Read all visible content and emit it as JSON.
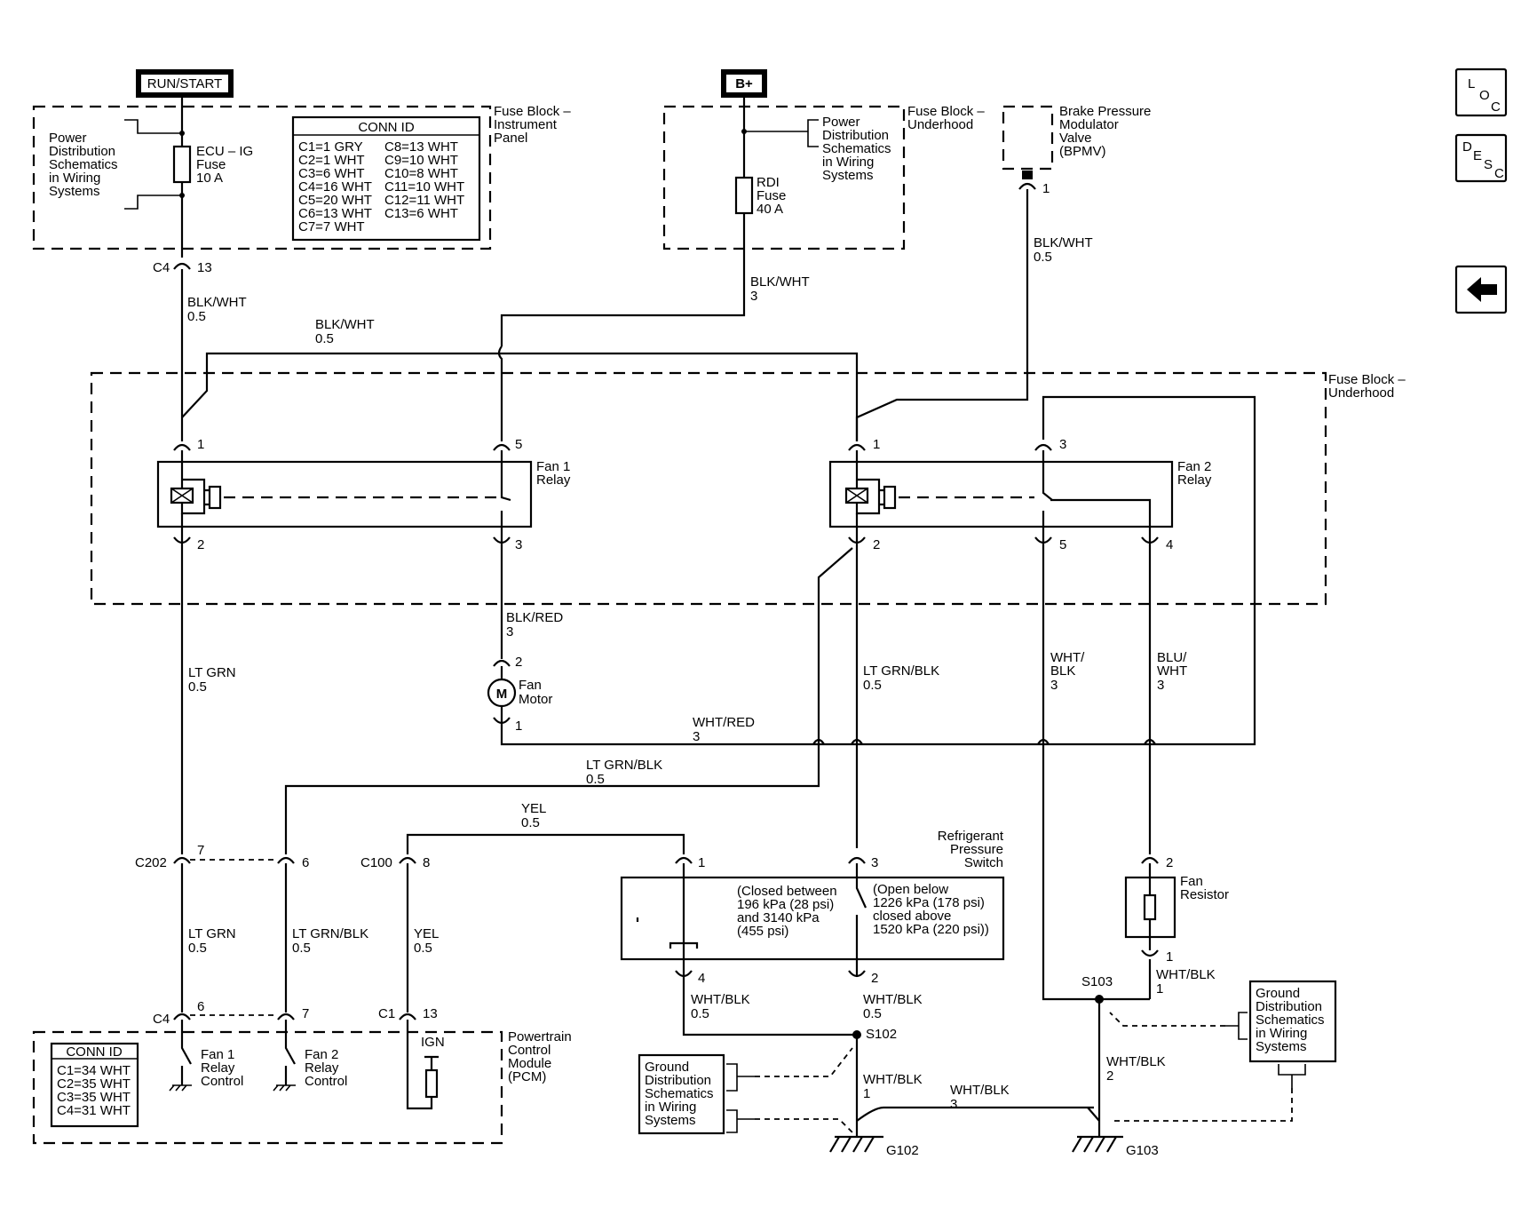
{
  "power": {
    "run_start": "RUN/START",
    "b_plus": "B+"
  },
  "fuse_block_ip": {
    "title_1": "Fuse Block –",
    "title_2": "Instrument",
    "title_3": "Panel",
    "pd_1": "Power",
    "pd_2": "Distribution",
    "pd_3": "Schematics",
    "pd_4": "in Wiring",
    "pd_5": "Systems",
    "fuse_1": "ECU – IG",
    "fuse_2": "Fuse",
    "fuse_3": "10 A",
    "conn_title": "CONN ID",
    "conn_left": [
      "C1=1 GRY",
      "C2=1 WHT",
      "C3=6 WHT",
      "C4=16 WHT",
      "C5=20 WHT",
      "C6=13 WHT",
      "C7=7 WHT"
    ],
    "conn_right": [
      "C8=13 WHT",
      "C9=10 WHT",
      "C10=8 WHT",
      "C11=10 WHT",
      "C12=11 WHT",
      "C13=6 WHT"
    ]
  },
  "fuse_block_uh_top": {
    "title_1": "Fuse Block –",
    "title_2": "Underhood",
    "pd_1": "Power",
    "pd_2": "Distribution",
    "pd_3": "Schematics",
    "pd_4": "in Wiring",
    "pd_5": "Systems",
    "fuse_1": "RDI",
    "fuse_2": "Fuse",
    "fuse_3": "40 A"
  },
  "bpmv": {
    "l1": "Brake Pressure",
    "l2": "Modulator",
    "l3": "Valve",
    "l4": "(BPMV)",
    "pin": "1"
  },
  "fuse_block_uh": {
    "title_1": "Fuse Block –",
    "title_2": "Underhood"
  },
  "relay1": {
    "l1": "Fan 1",
    "l2": "Relay",
    "p1": "1",
    "p2": "2",
    "p3": "3",
    "p5": "5"
  },
  "relay2": {
    "l1": "Fan 2",
    "l2": "Relay",
    "p1": "1",
    "p2": "2",
    "p3": "3",
    "p4": "4",
    "p5": "5"
  },
  "fan_motor": {
    "symbol": "M",
    "l1": "Fan",
    "l2": "Motor",
    "p1": "1",
    "p2": "2"
  },
  "fan_resistor": {
    "l1": "Fan",
    "l2": "Resistor",
    "p1": "1",
    "p2": "2"
  },
  "refrigerant_switch": {
    "t1": "Refrigerant",
    "t2": "Pressure",
    "t3": "Switch",
    "a1": "(Closed between",
    "a2": "196 kPa (28 psi)",
    "a3": "and 3140 kPa",
    "a4": "(455 psi)",
    "b1": "(Open below",
    "b2": "1226 kPa (178 psi)",
    "b3": "closed above",
    "b4": "1520 kPa (220 psi))",
    "p1": "1",
    "p2": "2",
    "p3": "3",
    "p4": "4"
  },
  "pcm": {
    "t1": "Powertrain",
    "t2": "Control",
    "t3": "Module",
    "t4": "(PCM)",
    "conn_title": "CONN ID",
    "conn": [
      "C1=34 WHT",
      "C2=35 WHT",
      "C3=35 WHT",
      "C4=31 WHT"
    ],
    "f1_1": "Fan 1",
    "f1_2": "Relay",
    "f1_3": "Control",
    "f2_1": "Fan 2",
    "f2_2": "Relay",
    "f2_3": "Control",
    "ign": "IGN"
  },
  "gnd_left": {
    "l1": "Ground",
    "l2": "Distribution",
    "l3": "Schematics",
    "l4": "in Wiring",
    "l5": "Systems"
  },
  "gnd_right": {
    "l1": "Ground",
    "l2": "Distribution",
    "l3": "Schematics",
    "l4": "in Wiring",
    "l5": "Systems"
  },
  "connectors": {
    "c4_top": "C4",
    "c4_top_pin": "13",
    "c202": "C202",
    "c202_p7": "7",
    "c202_p6": "6",
    "c100": "C100",
    "c100_p8": "8",
    "c4_bot": "C4",
    "c4_bot_p6": "6",
    "c4_bot_p7": "7",
    "c1": "C1",
    "c1_p13": "13"
  },
  "splices": {
    "s102": "S102",
    "s103": "S103",
    "g102": "G102",
    "g103": "G103"
  },
  "wires": {
    "w1_c": "BLK/WHT",
    "w1_g": "0.5",
    "w2_c": "BLK/WHT",
    "w2_g": "0.5",
    "w3_c": "BLK/WHT",
    "w3_g": "3",
    "w4_c": "BLK/WHT",
    "w4_g": "0.5",
    "w5_c": "BLK/RED",
    "w5_g": "3",
    "w6_c": "LT GRN",
    "w6_g": "0.5",
    "w7_c": "LT GRN/BLK",
    "w7_g": "0.5",
    "w8_c": "WHT/",
    "w8_c2": "BLK",
    "w8_g": "3",
    "w9_c": "BLU/",
    "w9_c2": "WHT",
    "w9_g": "3",
    "w10_c": "WHT/RED",
    "w10_g": "3",
    "w11_c": "LT GRN/BLK",
    "w11_g": "0.5",
    "w12_c": "YEL",
    "w12_g": "0.5",
    "w13_c": "LT GRN",
    "w13_g": "0.5",
    "w14_c": "LT GRN/BLK",
    "w14_g": "0.5",
    "w15_c": "YEL",
    "w15_g": "0.5",
    "w16_c": "WHT/BLK",
    "w16_g": "0.5",
    "w17_c": "WHT/BLK",
    "w17_g": "0.5",
    "w18_c": "WHT/BLK",
    "w18_g": "1",
    "w19_c": "WHT/BLK",
    "w19_g": "3",
    "w20_c": "WHT/BLK",
    "w20_g": "1",
    "w21_c": "WHT/BLK",
    "w21_g": "2"
  },
  "nav": {
    "loc_1": "L",
    "loc_2": "O",
    "loc_3": "C",
    "desc_1": "D",
    "desc_2": "E",
    "desc_3": "S",
    "desc_4": "C"
  }
}
